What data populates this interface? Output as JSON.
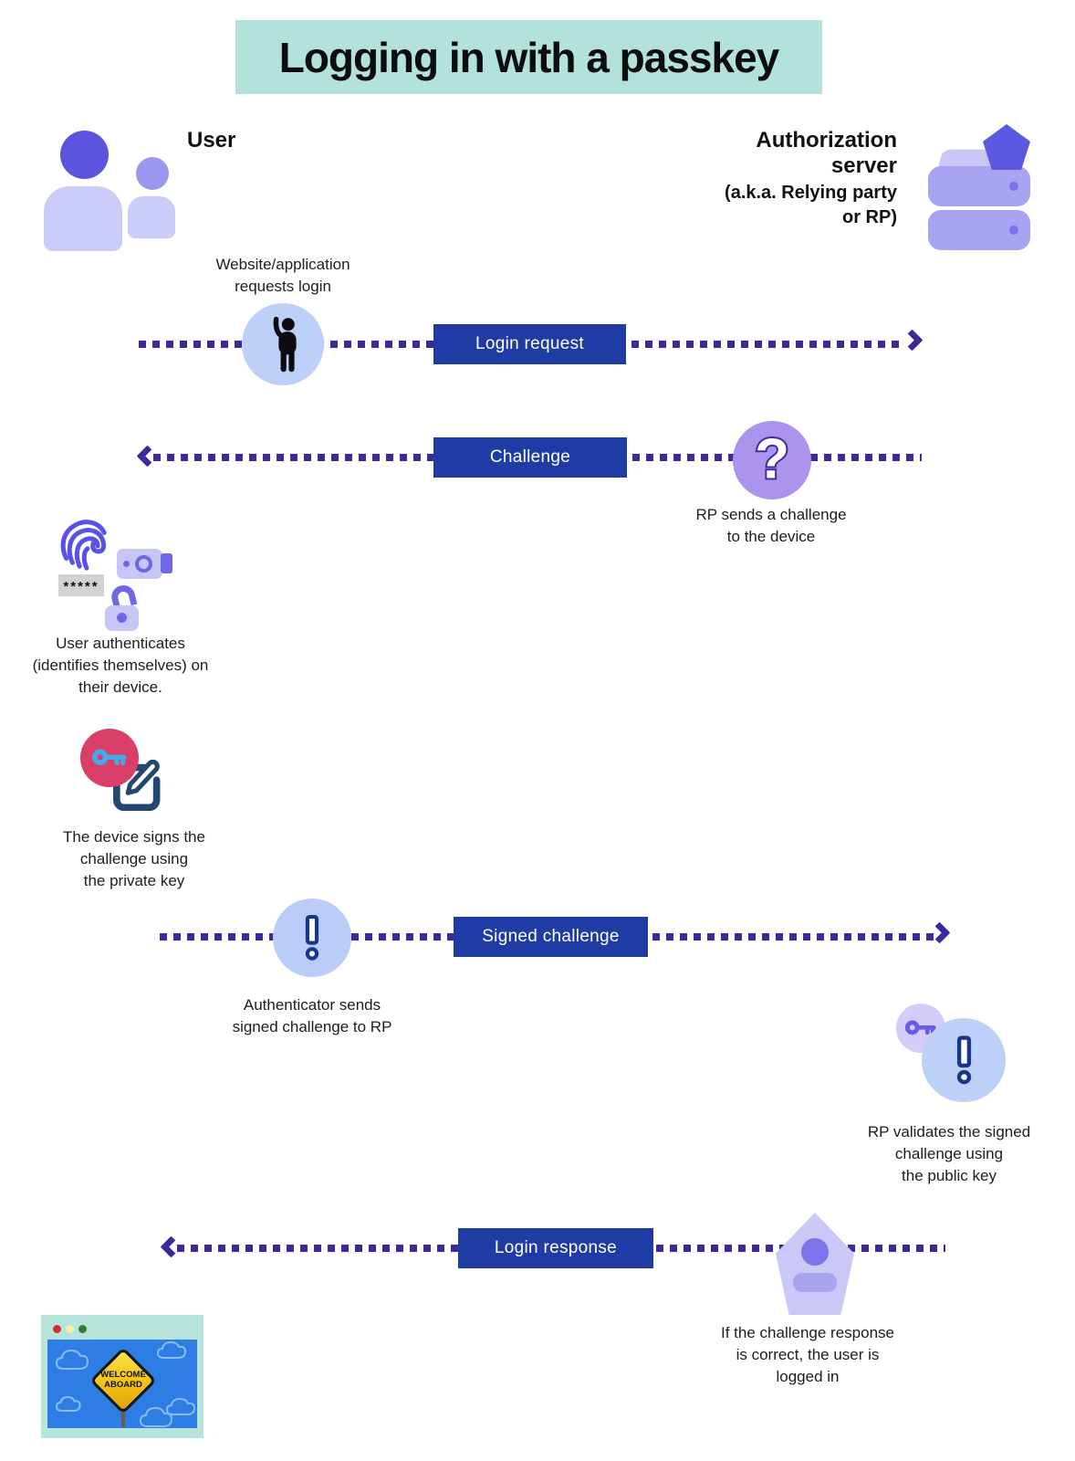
{
  "title": "Logging in with a passkey",
  "actors": {
    "user": {
      "label": "User"
    },
    "server": {
      "name": "Authorization\nserver",
      "aka": "(a.k.a. Relying party\nor RP)"
    }
  },
  "flows": {
    "login_request": {
      "label": "Login request",
      "direction": "right",
      "note": "Website/application\nrequests login"
    },
    "challenge": {
      "label": "Challenge",
      "direction": "left",
      "note": "RP sends a challenge\nto the device"
    },
    "signed_challenge": {
      "label": "Signed challenge",
      "direction": "right",
      "note": "Authenticator sends\nsigned challenge to RP"
    },
    "login_response": {
      "label": "Login response",
      "direction": "left",
      "note": "If the challenge response\nis correct, the user is\nlogged in"
    }
  },
  "side_notes": {
    "authenticate": "User authenticates\n(identifies themselves) on\ntheir device.",
    "sign": "The device signs the\nchallenge using\nthe private key",
    "validate": "RP validates the signed\nchallenge using\nthe public key"
  },
  "password_mask": "*****",
  "welcome_sign": "WELCOME\nABOARD",
  "icons": {
    "question_glyph": "?",
    "names": [
      "user-group-icon",
      "server-icon",
      "pentagon-badge-icon",
      "person-raising-hand-icon",
      "question-mark-icon",
      "fingerprint-icon",
      "security-key-icon",
      "open-padlock-icon",
      "private-key-icon",
      "sign-challenge-icon",
      "exclamation-icon",
      "public-key-icon",
      "user-badge-icon",
      "welcome-sign"
    ]
  },
  "colors": {
    "title_bg": "#b2e2d9",
    "flow_label_bg": "#1e3ca3",
    "dotted_line": "#3b2a9d",
    "lavender": "#ccccf8",
    "purple_dark": "#5a54de",
    "circle_blue": "#bdd0f8",
    "question_circle": "#ab94ee",
    "pink": "#d84069",
    "key_blue": "#45aae8",
    "pencil_navy": "#24476f",
    "exclaim_navy": "#17368c"
  }
}
